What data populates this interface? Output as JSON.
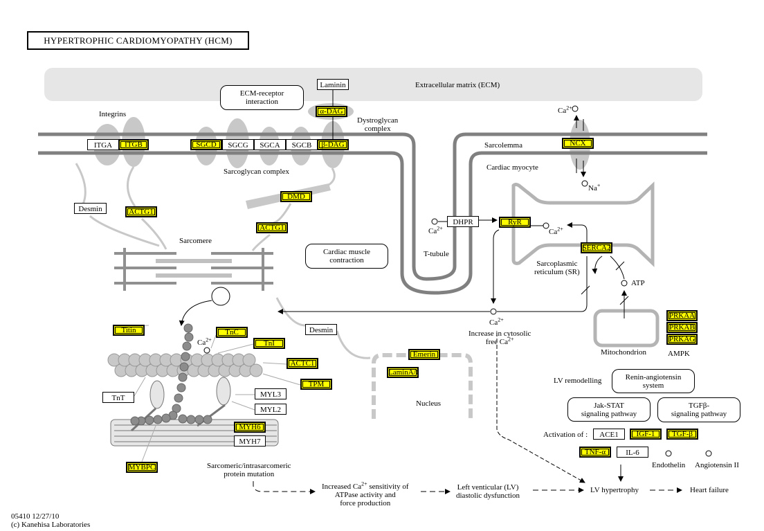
{
  "title": "HYPERTROPHIC  CARDIOMYOPATHY (HCM)",
  "footer": {
    "id_date": "05410 12/27/10",
    "copyright": "(c) Kanehisa Laboratories"
  },
  "colors": {
    "highlight": "#ffff00",
    "membrane": "#808080",
    "protein": "#c8c8c8",
    "organelle": "#b4b4b4",
    "ecm": "#e6e6e6"
  },
  "genes": [
    {
      "label": "ITGA",
      "highlighted": false
    },
    {
      "label": "ITGB",
      "highlighted": true
    },
    {
      "label": "SGCD",
      "highlighted": true
    },
    {
      "label": "SGCG",
      "highlighted": false
    },
    {
      "label": "SGCA",
      "highlighted": false
    },
    {
      "label": "SGCB",
      "highlighted": false
    },
    {
      "label": "β-DAG",
      "highlighted": true
    },
    {
      "label": "α-DAG",
      "highlighted": true
    },
    {
      "label": "Laminin",
      "highlighted": false
    },
    {
      "label": "DMD",
      "highlighted": true
    },
    {
      "label": "ACTG1",
      "highlighted": true
    },
    {
      "label": "ACTG1",
      "highlighted": true
    },
    {
      "label": "Desmin",
      "highlighted": false
    },
    {
      "label": "Desmin",
      "highlighted": false
    },
    {
      "label": "DHPR",
      "highlighted": false
    },
    {
      "label": "RyR",
      "highlighted": true
    },
    {
      "label": "NCX",
      "highlighted": true
    },
    {
      "label": "SERCA2",
      "highlighted": true
    },
    {
      "label": "PRKAA",
      "highlighted": true
    },
    {
      "label": "PRKAB",
      "highlighted": true
    },
    {
      "label": "PRKAG",
      "highlighted": true
    },
    {
      "label": "Titin",
      "highlighted": true
    },
    {
      "label": "TnC",
      "highlighted": true
    },
    {
      "label": "TnI",
      "highlighted": true
    },
    {
      "label": "ACTC1",
      "highlighted": true
    },
    {
      "label": "TPM",
      "highlighted": true
    },
    {
      "label": "TnT",
      "highlighted": false
    },
    {
      "label": "MYL3",
      "highlighted": false
    },
    {
      "label": "MYL2",
      "highlighted": false
    },
    {
      "label": "MYH6",
      "highlighted": true
    },
    {
      "label": "MYH7",
      "highlighted": false
    },
    {
      "label": "MYBPC",
      "highlighted": true
    },
    {
      "label": "Emerin",
      "highlighted": true
    },
    {
      "label": "LaminA/C",
      "highlighted": true
    },
    {
      "label": "ACE1",
      "highlighted": false
    },
    {
      "label": "IGF-1",
      "highlighted": true
    },
    {
      "label": "TGF-β",
      "highlighted": true
    },
    {
      "label": "TNF-α",
      "highlighted": true
    },
    {
      "label": "IL-6",
      "highlighted": false
    }
  ],
  "maps": {
    "ecm_receptor": [
      "ECM-receptor",
      "interaction"
    ],
    "cardiac_contraction": [
      "Cardiac muscle",
      "contraction"
    ],
    "renin": [
      "Renin-angiotensin",
      "system"
    ],
    "jakstat": [
      "Jak-STAT",
      "signaling pathway"
    ],
    "tgfb": [
      "TGFβ-",
      "signaling pathway"
    ]
  },
  "labels": {
    "ecm": "Extracellular matrix (ECM)",
    "integrins": "Integrins",
    "dystroglycan": [
      "Dystroglycan",
      "complex"
    ],
    "sarcoglycan": "Sarcoglycan complex",
    "sarcolemma": "Sarcolemma",
    "cardiac_myocyte": "Cardiac myocyte",
    "sarcomere": "Sarcomere",
    "t_tubule": "T-tubule",
    "sr": [
      "Sarcoplasmic",
      "reticulum (SR)"
    ],
    "atp": "ATP",
    "mitochondrion": "Mitochondrion",
    "ampk": "AMPK",
    "ca": "Ca",
    "ca_charge": "2+",
    "na": "Na",
    "na_charge": "+",
    "cytosolic": [
      "Increase in cytosolic",
      "free Ca"
    ],
    "nucleus": "Nucleus",
    "lv_remodelling": "LV  remodelling",
    "activation_of": "Activation of :",
    "endothelin": "Endothelin",
    "angiotensin": "Angiotensin II",
    "mutation": [
      "Sarcomeric/intrasarcomeric",
      "protein mutation"
    ],
    "increased_ca": [
      "Increased Ca",
      "sensitivity of",
      "ATPase activity and",
      "force production"
    ],
    "lv_dysfunction": [
      "Left venticular (LV)",
      "diastolic dysfunction"
    ],
    "lv_hypertrophy": "LV  hypertrophy",
    "heart_failure": "Heart failure"
  }
}
